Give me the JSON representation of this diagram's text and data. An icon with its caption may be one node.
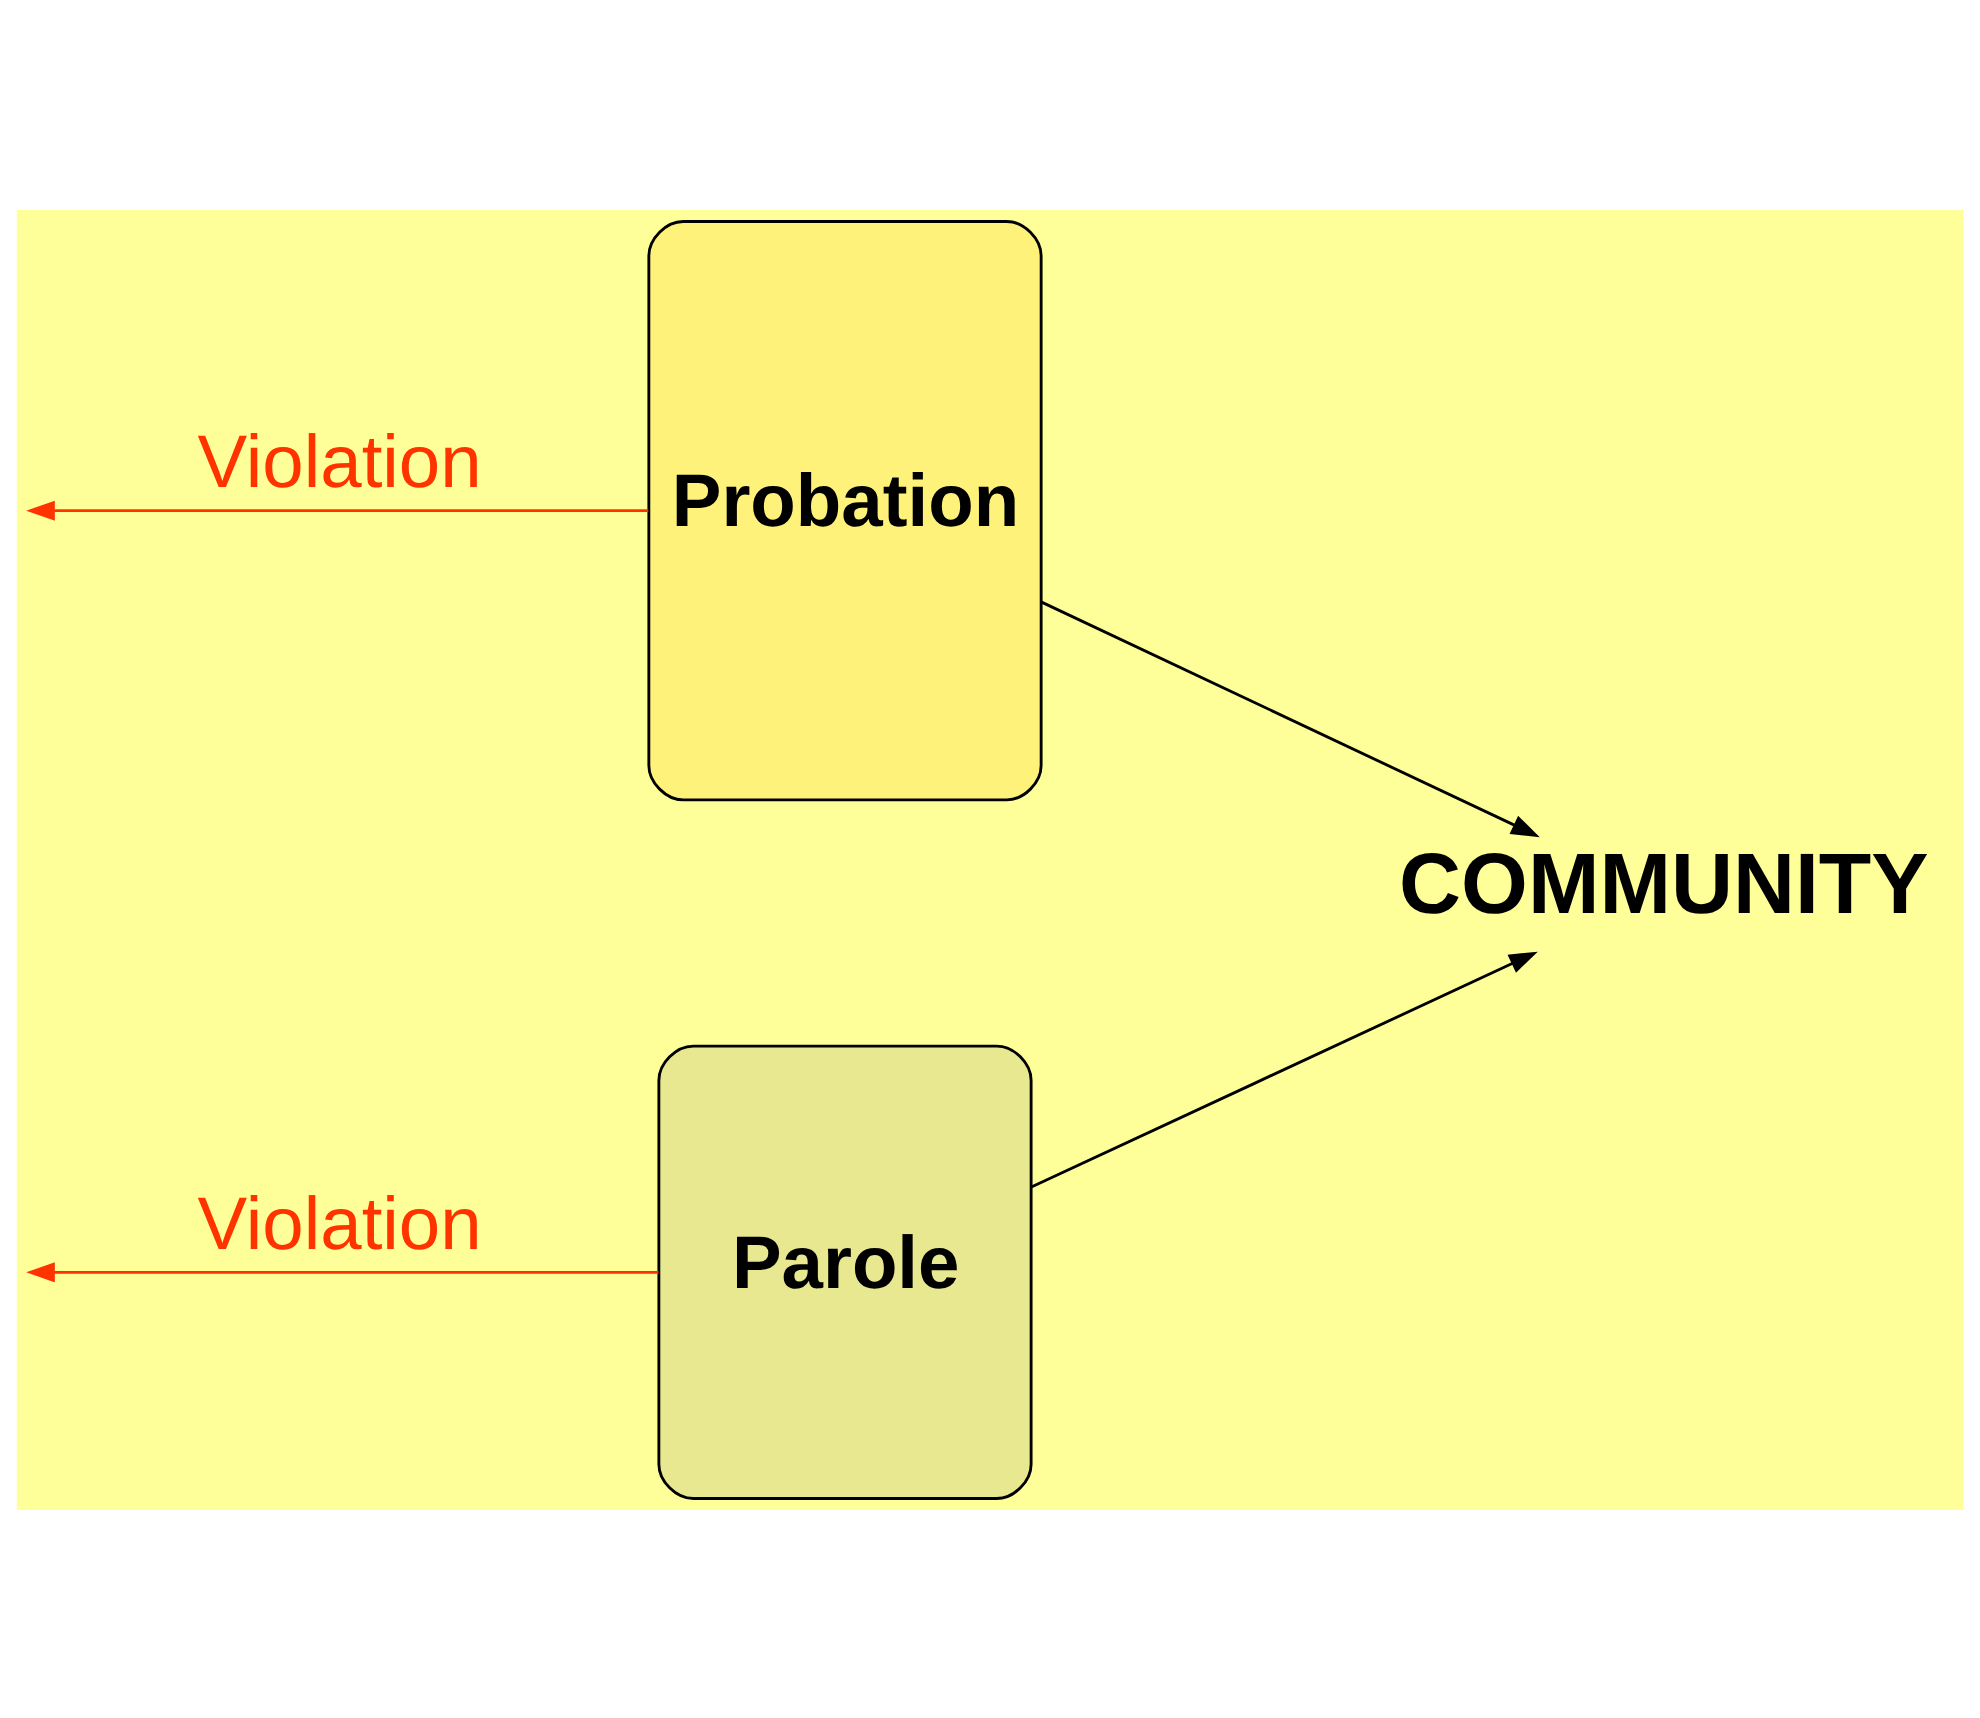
{
  "diagram": {
    "nodes": [
      {
        "text": [
          "Parole"
        ]
      },
      {
        "text": [
          "Probation"
        ]
      },
      {
        "text": [
          "COMMUNITY"
        ]
      }
    ],
    "edges": [
      {
        "from": 0,
        "to": null,
        "arrow": "to",
        "label": "Violation",
        "color": "#ff3300"
      },
      {
        "from": 0,
        "to": 2,
        "arrow": "to",
        "color": "#000000"
      },
      {
        "from": 1,
        "to": null,
        "arrow": "to",
        "label": "Violation",
        "color": "#ff3300"
      },
      {
        "from": 1,
        "to": 2,
        "arrow": "to",
        "color": "#000000"
      }
    ]
  }
}
